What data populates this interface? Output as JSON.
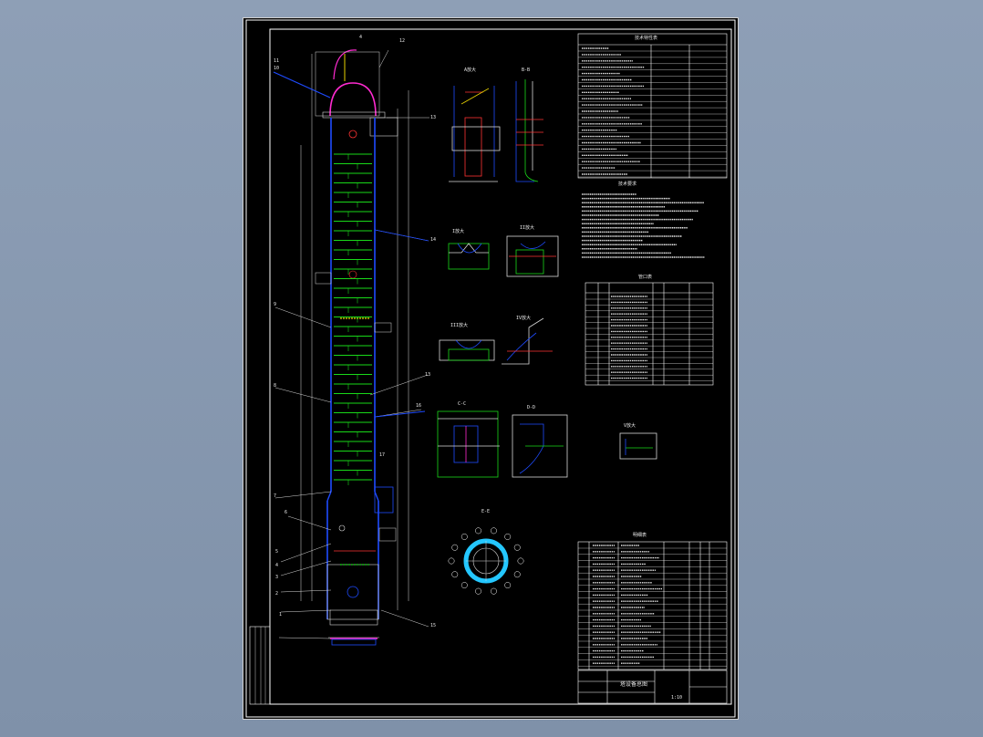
{
  "colors": {
    "background": "#8a9bb2",
    "sheet": "#000000",
    "frame": "#ffffff",
    "vessel": "#1e4bff",
    "trays": "#19d919",
    "dimension": "#d8d8d8",
    "head": "#ff2bd0",
    "nozzle": "#ff3333",
    "ring": "#24c7ff",
    "yellow": "#e8d200"
  },
  "drawing": {
    "title_block": {
      "title": "塔设备总图",
      "scale": "1:10"
    },
    "callouts": {
      "top": [
        "11",
        "10",
        "4",
        "12",
        "13"
      ],
      "left": [
        "9",
        "8",
        "7",
        "6",
        "5",
        "4",
        "3",
        "2",
        "1"
      ],
      "right": [
        "14",
        "13",
        "15",
        "16",
        "17"
      ]
    },
    "detail_views": [
      {
        "label": "A放大"
      },
      {
        "label": "B-B"
      },
      {
        "label": "I放大"
      },
      {
        "label": "II放大"
      },
      {
        "label": "III放大"
      },
      {
        "label": "IV放大"
      },
      {
        "label": "C-C"
      },
      {
        "label": "D-D"
      },
      {
        "label": "E-E"
      },
      {
        "label": "V放大"
      }
    ],
    "tables": {
      "design_data_title": "技术特性表",
      "technical_requirements_title": "技术要求",
      "nozzle_table_title": "管口表",
      "parts_list_title": "明细表"
    }
  }
}
